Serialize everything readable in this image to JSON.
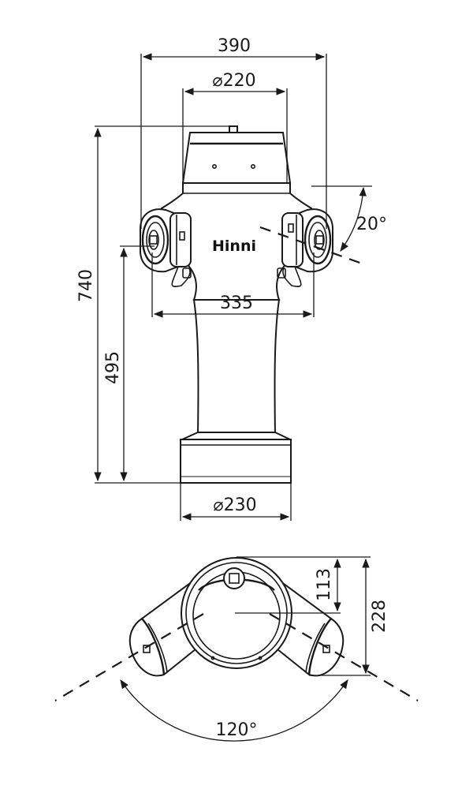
{
  "dimensions": {
    "total_width": "390",
    "top_diameter": "⌀220",
    "height_total": "740",
    "height_outlet": "495",
    "outlet_span": "335",
    "base_diameter": "⌀230",
    "outlet_angle": "20°",
    "top_depth_113": "113",
    "top_depth_228": "228",
    "spread_angle": "120°"
  },
  "logo_text": "Hinni",
  "colors": {
    "line": "#1a1a1a",
    "background": "#ffffff"
  }
}
